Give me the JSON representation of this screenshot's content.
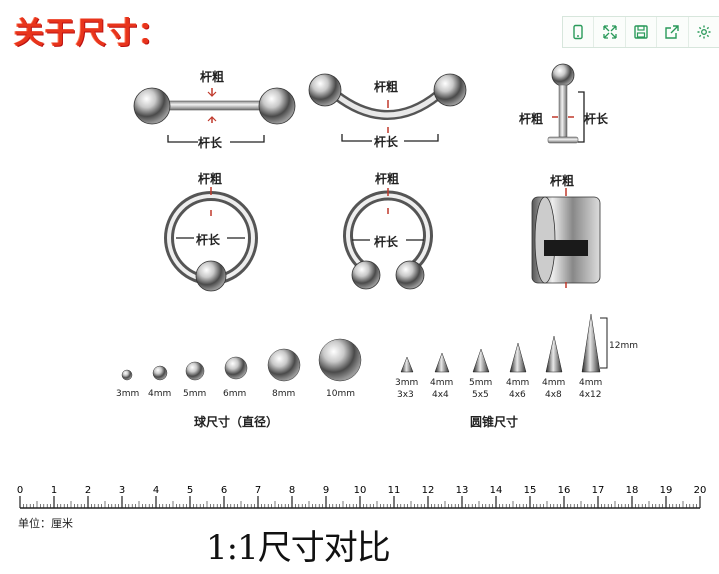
{
  "title": "关于尺寸：",
  "toolbar": {
    "icons": [
      "phone-icon",
      "expand-icon",
      "save-icon",
      "share-icon",
      "settings-icon"
    ]
  },
  "labels": {
    "rod_thickness": "杆粗",
    "rod_length": "杆长"
  },
  "balls": {
    "sizes": [
      "3mm",
      "4mm",
      "5mm",
      "6mm",
      "8mm",
      "10mm"
    ],
    "caption": "球尺寸（直径）"
  },
  "cones": {
    "sizes": [
      "3mm\n3x3",
      "4mm\n4x4",
      "5mm\n5x5",
      "4mm\n4x6",
      "4mm\n4x8",
      "4mm\n4x12"
    ],
    "size_top": [
      "3mm",
      "4mm",
      "5mm",
      "4mm",
      "4mm",
      "4mm"
    ],
    "size_bottom": [
      "3x3",
      "4x4",
      "5x5",
      "4x6",
      "4x8",
      "4x12"
    ],
    "height_label": "12mm",
    "caption": "圆锥尺寸"
  },
  "ruler": {
    "ticks": [
      "0",
      "1",
      "2",
      "3",
      "4",
      "5",
      "6",
      "7",
      "8",
      "9",
      "10",
      "11",
      "12",
      "13",
      "14",
      "15",
      "16",
      "17",
      "18",
      "19",
      "20"
    ],
    "unit": "单位：厘米"
  },
  "compare": "1:1尺寸对比"
}
